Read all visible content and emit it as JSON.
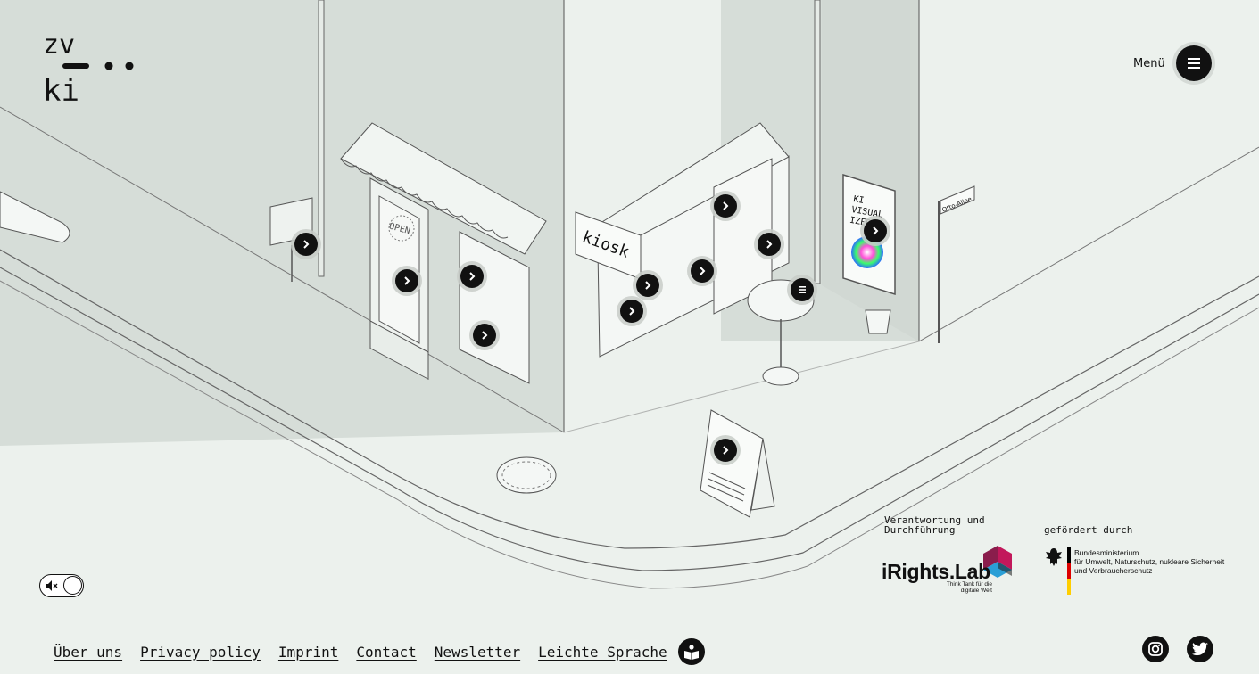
{
  "brand": {
    "logo_alt": "zvki"
  },
  "header": {
    "menu_label": "Menü",
    "menu_icon": "hamburger-icon"
  },
  "scene": {
    "kiosk_sign": "kiosk",
    "open_sign": "OPEN",
    "poster_text": "KI VISUALIZER",
    "street_sign": "Otto-Allee",
    "hotspot_icon": "chevron-right-icon"
  },
  "sound_toggle": {
    "icon": "speaker-muted-icon",
    "state": "muted"
  },
  "sponsors": {
    "responsibility_label": "Verantwortung und Durchführung",
    "funded_label": "gefördert durch",
    "irights_name": "iRights.Lab",
    "irights_tagline": "Think Tank für die digitale Welt",
    "ministry_line1": "Bundesministerium",
    "ministry_line2": "für Umwelt, Naturschutz, nukleare Sicherheit",
    "ministry_line3": "und Verbraucherschutz",
    "irights_colors": [
      "#c2185b",
      "#2a9fd6",
      "#1b1b1b"
    ],
    "flag_colors": [
      "#000000",
      "#dd0000",
      "#ffce00"
    ]
  },
  "footer": {
    "links": [
      "Über uns",
      "Privacy policy",
      "Imprint",
      "Contact",
      "Newsletter",
      "Leichte Sprache"
    ],
    "easy_language_icon": "book-reader-icon",
    "social": [
      "instagram-icon",
      "twitter-icon"
    ]
  }
}
